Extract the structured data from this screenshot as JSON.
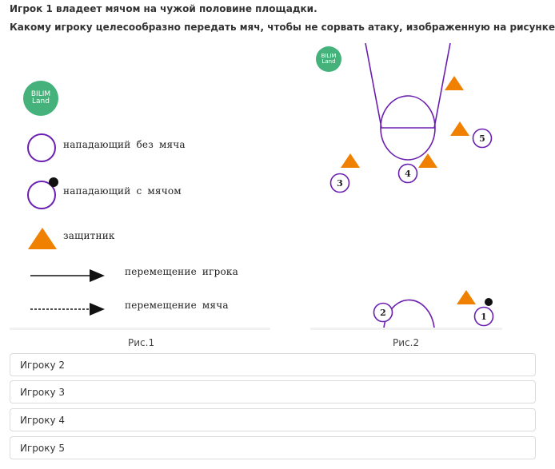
{
  "question": {
    "line1": "Игрок 1 владеет мячом на чужой половине площадки.",
    "line2": "Какому игроку целесообразно передать мяч, чтобы не сорвать атаку, изображенную на рисунке?"
  },
  "logo": {
    "line1": "BILIM",
    "line2": "Land"
  },
  "legend": {
    "attacker_no_ball": "нападающий без мяча",
    "attacker_with_ball": "нападающий с мячом",
    "defender": "защитник",
    "player_move": "перемещение игрока",
    "ball_move": "перемещение мяча"
  },
  "figure2": {
    "players": [
      "1",
      "2",
      "3",
      "4",
      "5"
    ]
  },
  "captions": {
    "fig1": "Рис.1",
    "fig2": "Рис.2"
  },
  "answers": [
    "Игроку 2",
    "Игроку 3",
    "Игроку 4",
    "Игроку 5"
  ],
  "colors": {
    "attacker": "#6a1fb0",
    "defender": "#f08000",
    "logo": "#44b27a"
  }
}
